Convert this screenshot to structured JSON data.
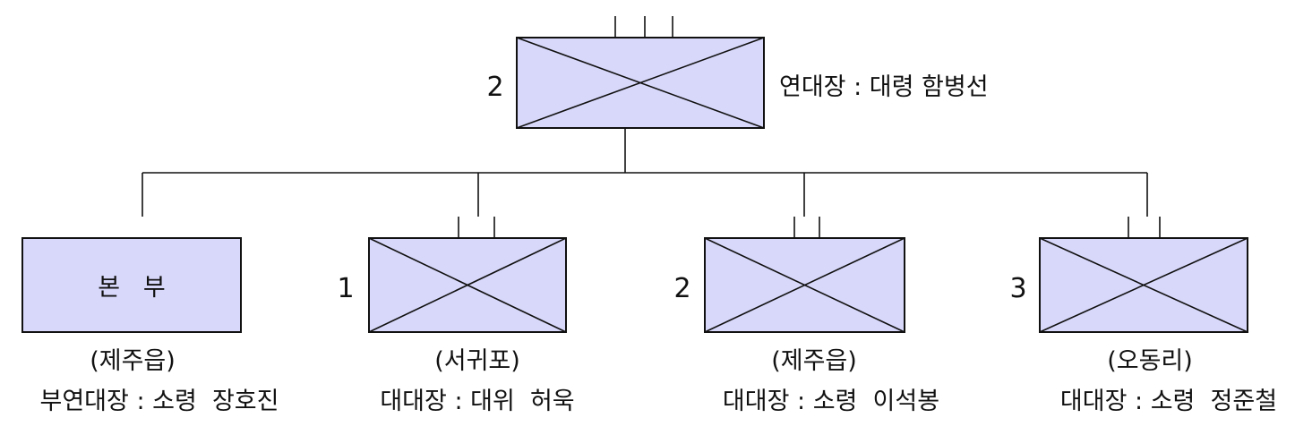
{
  "regiment": {
    "number": "2",
    "commander": "연대장 : 대령  함병선"
  },
  "units": [
    {
      "number": "",
      "name": "본   부",
      "location": "(제주읍)",
      "commander": "부연대장 : 소령  장호진"
    },
    {
      "number": "1",
      "location": "(서귀포)",
      "commander": "대대장 : 대위  허욱"
    },
    {
      "number": "2",
      "location": "(제주읍)",
      "commander": "대대장 : 소령  이석봉"
    },
    {
      "number": "3",
      "location": "(오동리)",
      "commander": "대대장 : 소령  정준철"
    }
  ],
  "colors": {
    "unit_fill": "#d8d8fb",
    "line": "#111111"
  }
}
